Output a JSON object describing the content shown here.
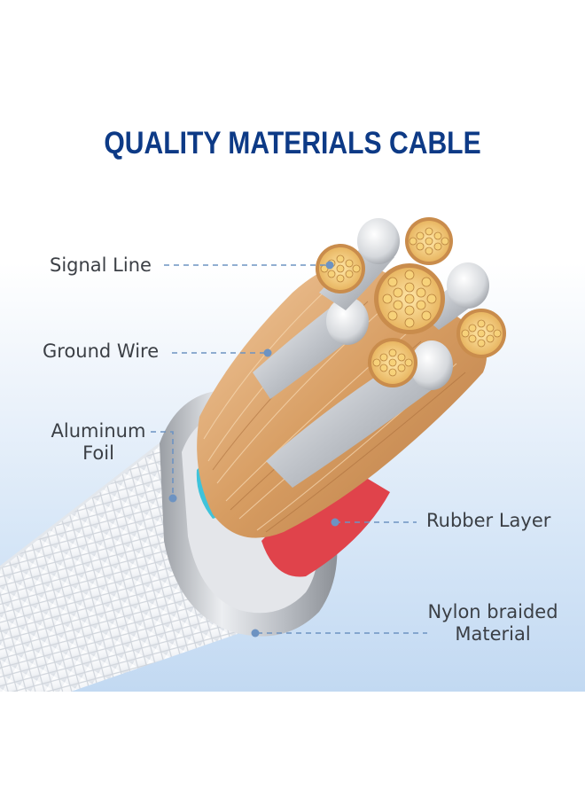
{
  "title": "QUALITY MATERIALS CABLE",
  "labels": {
    "signal_line": "Signal Line",
    "ground_wire": "Ground Wire",
    "aluminum_foil_1": "Aluminum",
    "aluminum_foil_2": "Foil",
    "rubber_layer": "Rubber Layer",
    "nylon_1": "Nylon braided",
    "nylon_2": "Material"
  },
  "colors": {
    "title": "#0d3a86",
    "callout_line": "#6d93c2",
    "copper": "#d9a46a",
    "silver": "#c9ccd1",
    "cyan_insulation": "#3fc3da",
    "red_insulation": "#e0434b",
    "green_insulation": "#55c657"
  }
}
